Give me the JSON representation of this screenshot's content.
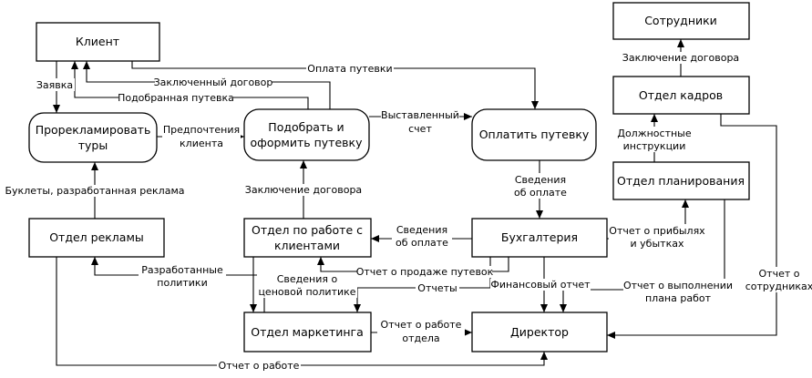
{
  "nodes": {
    "client": "Клиент",
    "advertise_tours": [
      "Прорекламировать",
      "туры"
    ],
    "select_tour": [
      "Подобрать и",
      "оформить путевку"
    ],
    "pay_tour": "Оплатить путевку",
    "staff": "Сотрудники",
    "hr_dept": "Отдел кадров",
    "planning_dept": "Отдел планирования",
    "ad_dept": "Отдел рекламы",
    "client_dept": [
      "Отдел по работе с",
      "клиентами"
    ],
    "accounting": "Бухгалтерия",
    "marketing_dept": "Отдел маркетинга",
    "director": "Директор"
  },
  "edges": {
    "request": "Заявка",
    "signed_contract": "Заключенный договор",
    "selected_tour": "Подобранная путевка",
    "tour_payment": "Оплата путевки",
    "client_preferences": [
      "Предпочтения",
      "клиента"
    ],
    "issued_invoice": [
      "Выставленный",
      "счет"
    ],
    "contract_conclusion_hr": "Заключение договора",
    "job_instructions": [
      "Должностные",
      "инструкции"
    ],
    "booklets": "Буклеты, разработанная реклама",
    "contract_conclusion": "Заключение договора",
    "payment_info_down": [
      "Сведения",
      "об оплате"
    ],
    "payment_info_left": [
      "Сведения",
      "об оплате"
    ],
    "profit_report": [
      "Отчет о прибылях",
      "и убытках"
    ],
    "developed_policies": [
      "Разработанные",
      "политики"
    ],
    "price_policy_info": [
      "Сведения о",
      "ценовой политике"
    ],
    "sales_report": "Отчет о продаже путевок",
    "reports": "Отчеты",
    "financial_report": "Финансовый отчет",
    "plan_report": [
      "Отчет о выполнении",
      "плана работ"
    ],
    "staff_report": [
      "Отчет о",
      "сотрудниках"
    ],
    "dept_report": [
      "Отчет о работе",
      "отдела"
    ],
    "work_report": "Отчет о работе"
  }
}
